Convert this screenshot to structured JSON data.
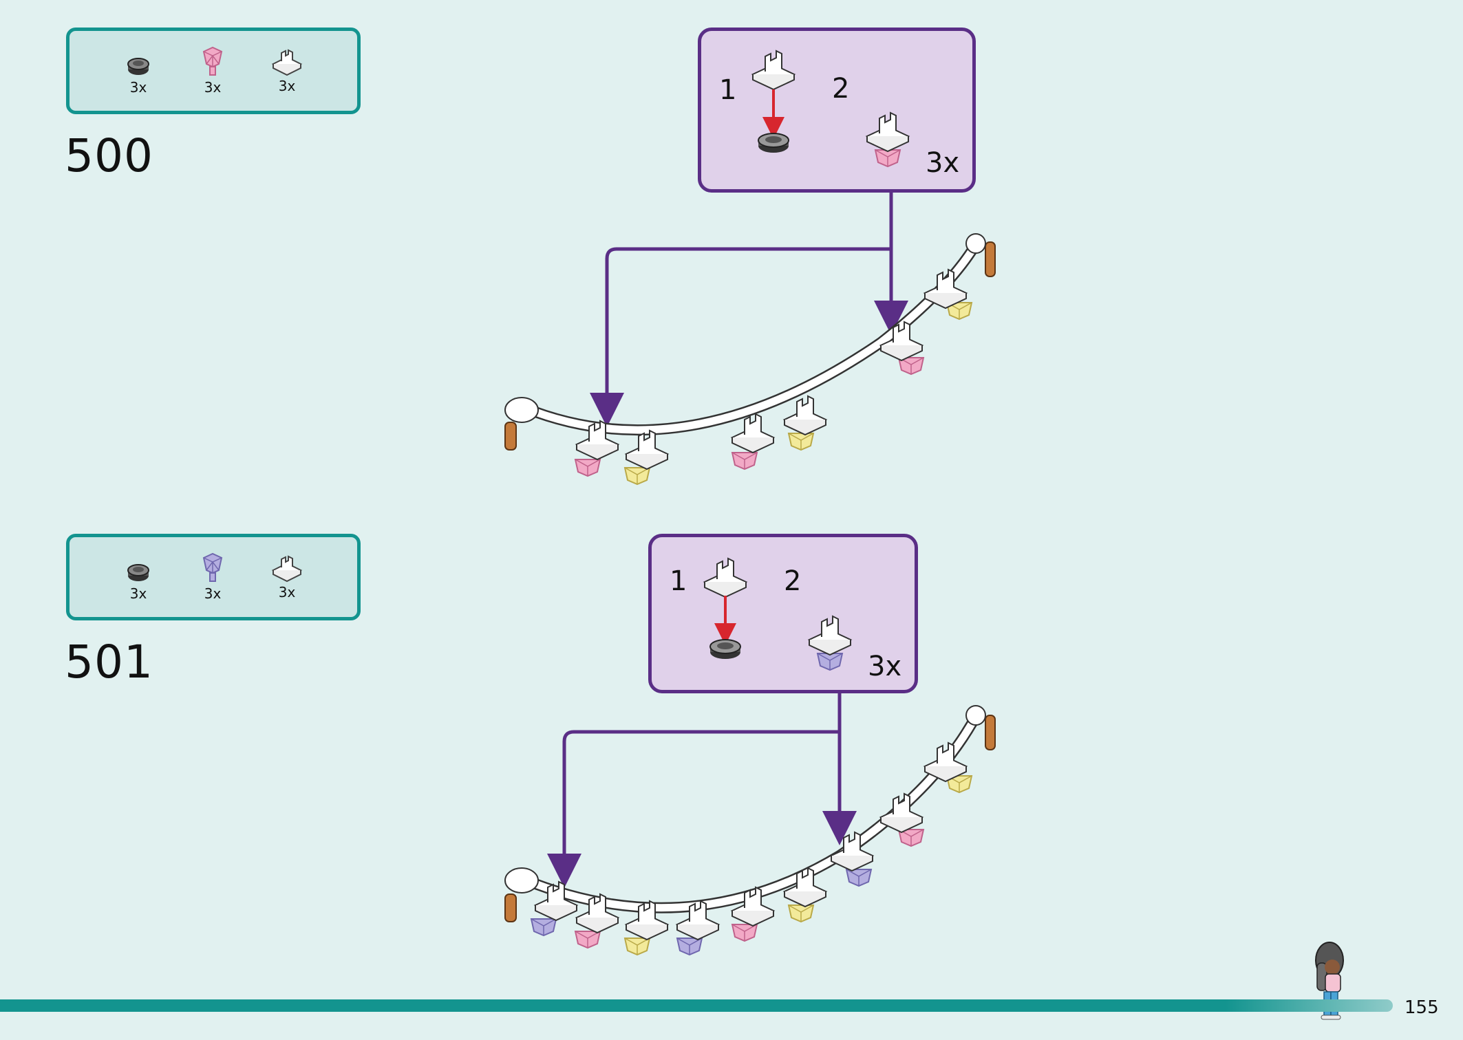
{
  "steps": [
    {
      "number": "500",
      "parts": [
        {
          "icon": "round-plate-dark-icon",
          "qty": "3x"
        },
        {
          "icon": "pink-gem-icon",
          "qty": "3x"
        },
        {
          "icon": "white-clip-plate-icon",
          "qty": "3x"
        }
      ],
      "callout": {
        "sub1": "1",
        "sub2": "2",
        "multiplier": "3x"
      }
    },
    {
      "number": "501",
      "parts": [
        {
          "icon": "round-plate-dark-icon",
          "qty": "3x"
        },
        {
          "icon": "lavender-gem-icon",
          "qty": "3x"
        },
        {
          "icon": "white-clip-plate-icon",
          "qty": "3x"
        }
      ],
      "callout": {
        "sub1": "1",
        "sub2": "2",
        "multiplier": "3x"
      }
    }
  ],
  "colors": {
    "teal": "#13948f",
    "purple": "#5a2e86",
    "pink": "#f2a9c6",
    "yellow": "#f3ea9a",
    "lavender": "#b4aee0"
  },
  "page": {
    "number": "155"
  }
}
